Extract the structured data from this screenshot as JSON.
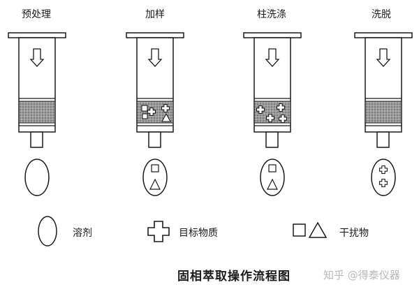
{
  "stages": [
    {
      "title": "预处理"
    },
    {
      "title": "加样"
    },
    {
      "title": "柱洗涤"
    },
    {
      "title": "洗脱"
    }
  ],
  "legend": {
    "solvent": "溶剂",
    "target": "目标物质",
    "interferent": "干扰物"
  },
  "caption": "固相萃取操作流程图",
  "watermark": "知乎 @得泰仪器",
  "colors": {
    "line": "#1a1a1a",
    "packing": "#8c8c8c",
    "background": "#ffffff"
  }
}
